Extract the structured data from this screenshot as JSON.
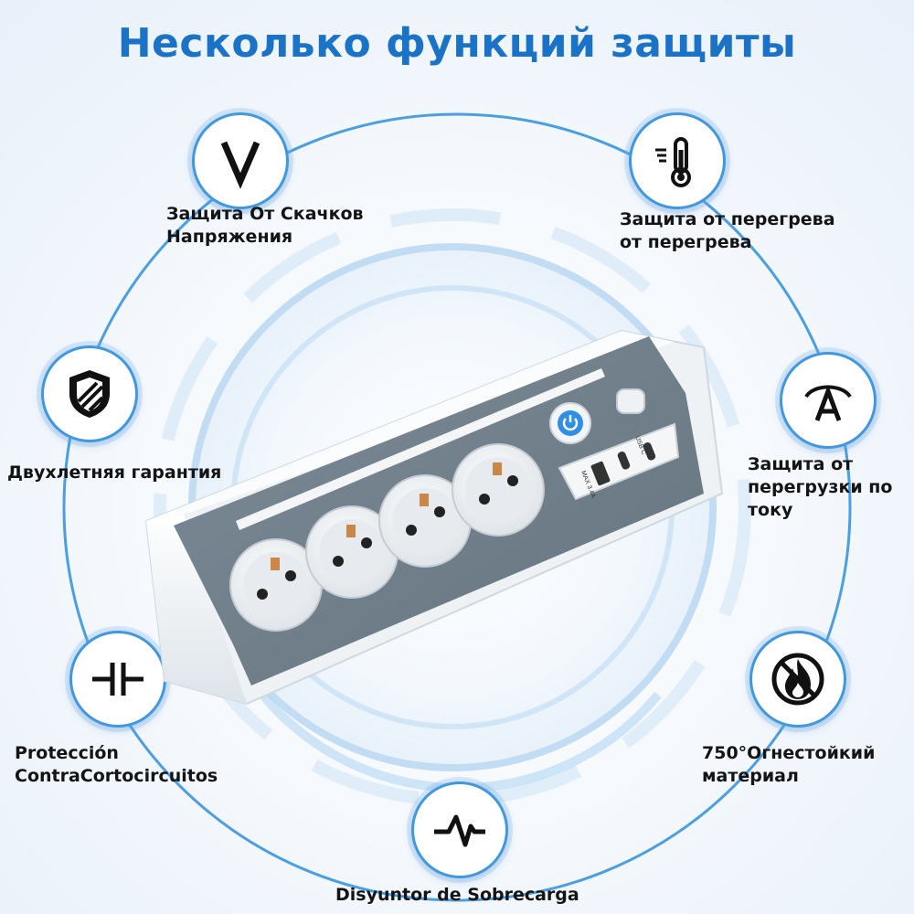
{
  "title": "Несколько функций защиты",
  "features": [
    {
      "icon": "voltage-v-icon",
      "line1": "Защита От Скачков",
      "line2": "Напряжения"
    },
    {
      "icon": "thermometer-icon",
      "line1": "Защита от перегрева",
      "line2": "от перегрева"
    },
    {
      "icon": "shield-icon",
      "line1": "Двухлетняя гарантия",
      "line2": ""
    },
    {
      "icon": "ampere-icon",
      "line1": "Защита от",
      "line2": "перегрузки по",
      "line3": "току"
    },
    {
      "icon": "capacitor-icon",
      "line1": "Protección",
      "line2": "ContraCortocircuitos"
    },
    {
      "icon": "no-fire-icon",
      "line1": "750°Огнестойкий",
      "line2": "материал"
    },
    {
      "icon": "pulse-icon",
      "line1": "Disyuntor de Sobrecarga",
      "line2": ""
    }
  ],
  "device": {
    "usb_a_label": "MAX 3.4A",
    "usb_c_label": "USB C",
    "body_color": "#ffffff",
    "panel_color": "#6f7e8c"
  },
  "colors": {
    "accent": "#1b73c7",
    "ring": "#4a9fe4"
  }
}
